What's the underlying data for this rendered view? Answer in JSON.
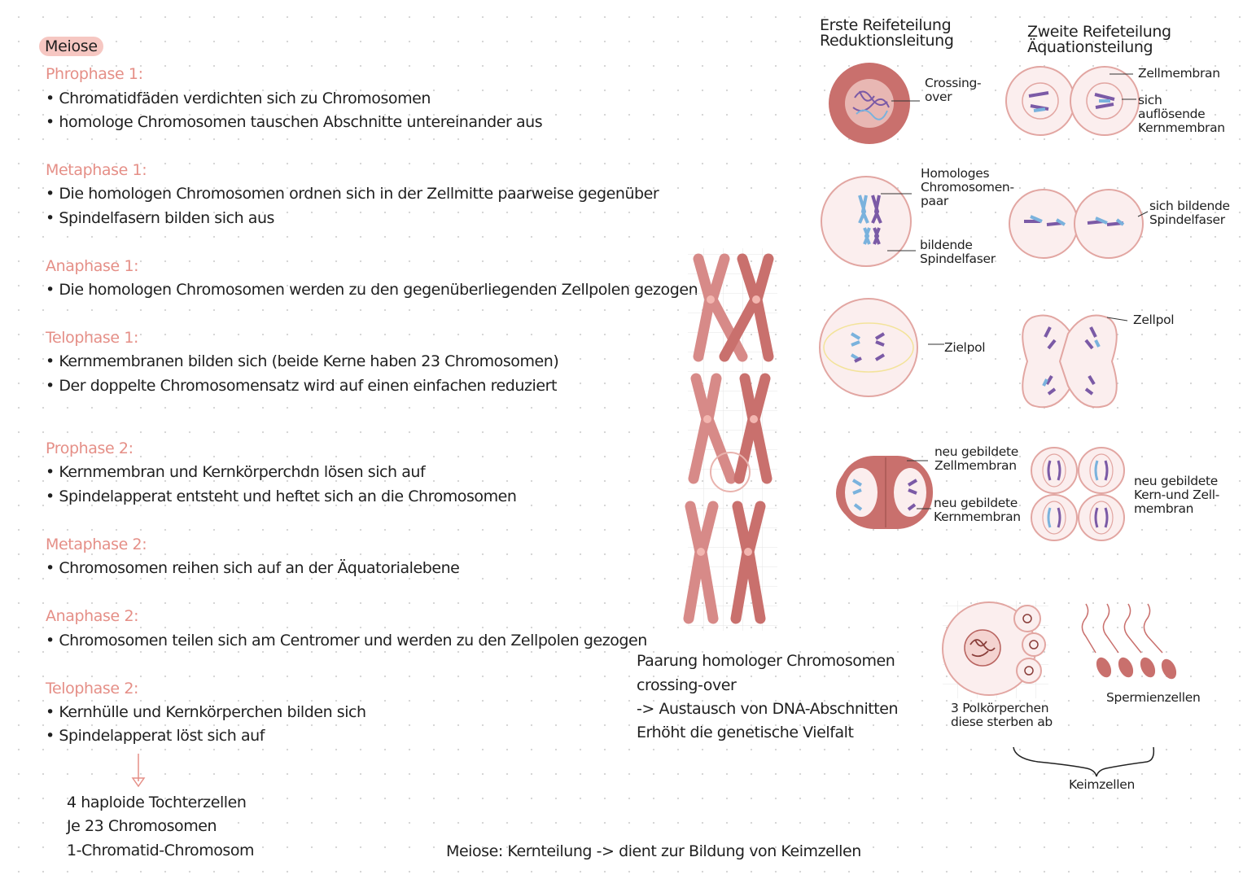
{
  "title": "Meiose",
  "phases": [
    {
      "heading": "Phrophase 1:",
      "bullets": [
        "Chromatidfäden verdichten sich zu Chromosomen",
        "homologe Chromosomen tauschen Abschnitte untereinander aus"
      ]
    },
    {
      "heading": "Metaphase 1:",
      "bullets": [
        "Die homologen Chromosomen ordnen sich in der Zellmitte paarweise gegenüber",
        "Spindelfasern bilden sich aus"
      ]
    },
    {
      "heading": "Anaphase 1:",
      "bullets": [
        "Die homologen Chromosomen werden zu den gegenüberliegenden Zellpolen gezogen"
      ]
    },
    {
      "heading": "Telophase 1:",
      "bullets": [
        "Kernmembranen bilden sich (beide Kerne haben 23 Chromosomen)",
        "Der doppelte Chromosomensatz wird auf einen einfachen reduziert"
      ]
    },
    {
      "heading": "Prophase 2:",
      "bullets": [
        "Kernmembran und Kernkörperchdn lösen sich auf",
        "Spindelapperat entsteht und heftet sich an die Chromosomen"
      ]
    },
    {
      "heading": "Metaphase 2:",
      "bullets": [
        "Chromosomen reihen sich auf an der Äquatorialebene"
      ]
    },
    {
      "heading": "Anaphase 2:",
      "bullets": [
        "Chromosomen teilen sich am Centromer und werden zu den Zellpolen gezogen"
      ]
    },
    {
      "heading": "Telophase 2:",
      "bullets": [
        "Kernhülle und Kernkörperchen bilden sich",
        "Spindelapperat löst sich auf"
      ]
    }
  ],
  "result": [
    "4 haploide Tochterzellen",
    "Je 23 Chromosomen",
    "1-Chromatid-Chromosom"
  ],
  "crossing_text": [
    "Paarung homologer Chromosomen",
    "crossing-over",
    "-> Austausch von DNA-Abschnitten",
    "Erhöht die genetische Vielfalt"
  ],
  "footer": "Meiose: Kernteilung -> dient zur Bildung von Keimzellen",
  "diagram": {
    "col1_title": [
      "Erste Reifeteilung",
      "Reduktionsleitung"
    ],
    "col2_title": [
      "Zweite Reifeteilung",
      "Äquationsteilung"
    ],
    "labels": {
      "crossing_over": [
        "Crossing-",
        "over"
      ],
      "zellmembran": "Zellmembran",
      "aufloesende": [
        "sich",
        "auflösende",
        "Kernmembran"
      ],
      "homologes": [
        "Homologes",
        "Chromosomen-",
        "paar"
      ],
      "bildende": [
        "bildende",
        "Spindelfaser"
      ],
      "sich_bildende": [
        "sich bildende",
        "Spindelfaser"
      ],
      "zielpol": "Zielpol",
      "zellpol": "Zellpol",
      "neu_zellmembran": [
        "neu gebildete",
        "Zellmembran"
      ],
      "neu_kernmembran": [
        "neu gebildete",
        "Kernmembran"
      ],
      "neu_kern_zell": [
        "neu gebildete",
        "Kern-und Zell-",
        "membran"
      ],
      "polkoerperchen": [
        "3 Polkörperchen",
        "diese sterben ab"
      ],
      "spermien": "Spermienzellen",
      "keimzellen": "Keimzellen"
    }
  },
  "colors": {
    "accent": "#e58f87",
    "highlight": "#f6c7c2",
    "cell_fill": "#c9706d",
    "chromosome": "#d78a88",
    "purple": "#7b5aa6",
    "blue": "#7ab2dd"
  }
}
